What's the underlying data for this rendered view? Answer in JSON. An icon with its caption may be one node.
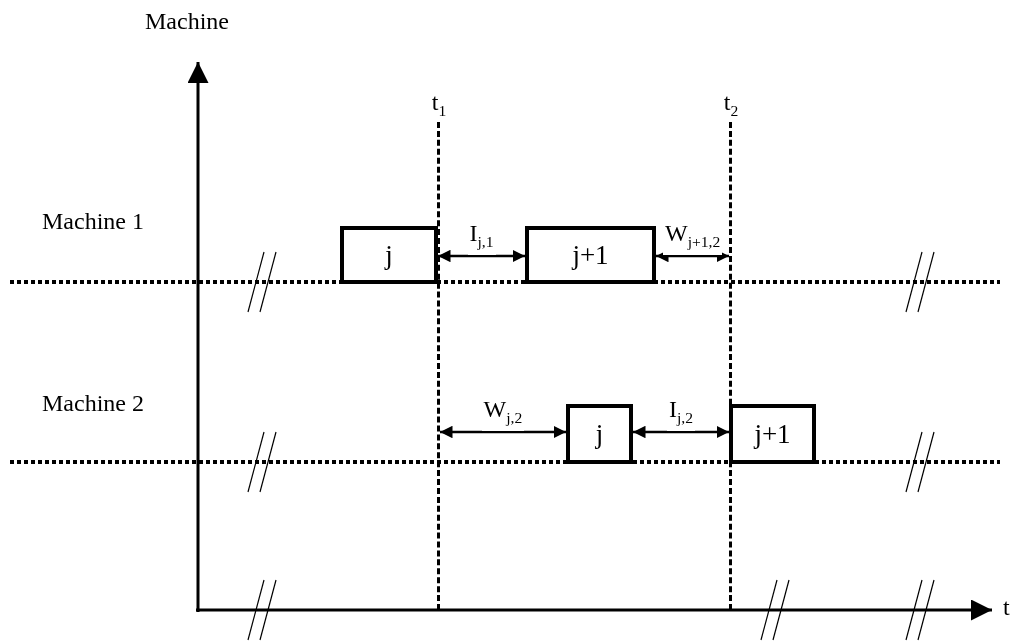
{
  "diagram": {
    "nodes": [
      {
        "text": [
          "j"
        ]
      },
      {
        "text": [
          "j+1"
        ]
      },
      {
        "text": [
          "j"
        ]
      },
      {
        "text": [
          "j+1"
        ]
      },
      {
        "text": [
          "t$_{1}$"
        ]
      },
      {
        "text": [
          "t$_{2}$"
        ]
      }
    ],
    "edges": [
      {
        "from": 0,
        "to": 1,
        "arrow": "both",
        "label": "I$_{j,1}$"
      },
      {
        "from": 1,
        "to": 5,
        "arrow": "both",
        "label": "W$_{j+1,2}$"
      },
      {
        "from": 4,
        "to": 2,
        "arrow": "both",
        "label": "W$_{j,2}$"
      },
      {
        "from": 2,
        "to": 3,
        "arrow": "both",
        "label": "I$_{j,2}$"
      }
    ],
    "labels": [
      "Machine",
      "Machine 1",
      "Machine 2",
      "t"
    ]
  }
}
